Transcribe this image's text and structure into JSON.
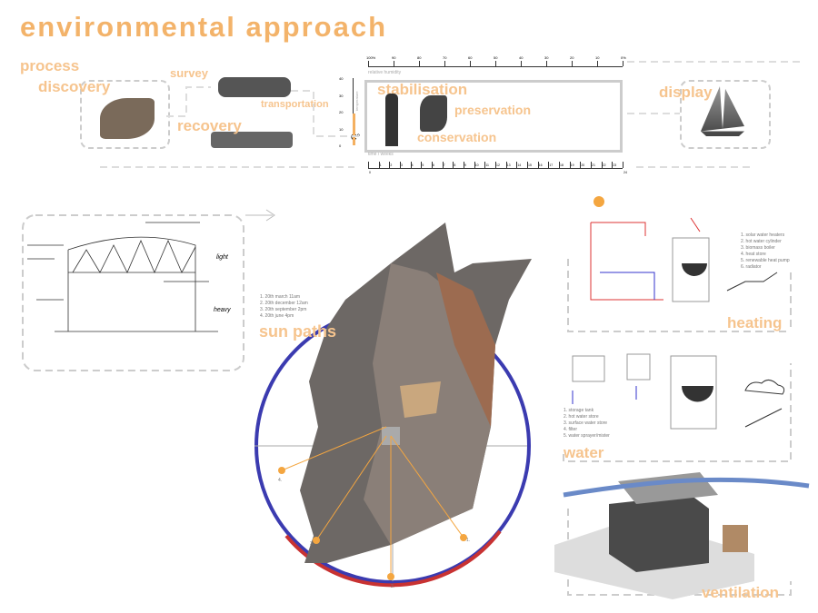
{
  "title": "environmental approach",
  "process": {
    "process": "process",
    "discovery": "discovery",
    "survey": "survey",
    "recovery": "recovery",
    "transportation": "transportation",
    "display": "display"
  },
  "chart": {
    "humidity_label": "relative humidity",
    "humidity_ticks": [
      "100%",
      "90",
      "80",
      "70",
      "60",
      "50",
      "40",
      "30",
      "20",
      "10",
      "0%"
    ],
    "temp_label": "temperature",
    "temp_unit": "C°",
    "temp_ticks": [
      "40",
      "30",
      "20",
      "10",
      "0"
    ],
    "temp_fill_value": 19,
    "time_label": "time / weeks",
    "time_ticks": [
      "0",
      "1",
      "2",
      "3",
      "4",
      "5",
      "6",
      "7",
      "8",
      "9",
      "10",
      "11",
      "12",
      "13",
      "14",
      "15",
      "16",
      "17",
      "18",
      "19",
      "20",
      "21",
      "22",
      "23",
      "24"
    ],
    "stages": {
      "stabilisation": "stabilisation",
      "preservation": "preservation",
      "conservation": "conservation"
    }
  },
  "sketch": {
    "light": "light",
    "heavy": "heavy"
  },
  "sun": {
    "title": "sun paths",
    "items": [
      "1. 20th march 11am",
      "2. 20th december 12am",
      "3. 20th september 2pm",
      "4. 20th june 4pm"
    ],
    "markers": [
      "1.",
      "2.",
      "3.",
      "4."
    ]
  },
  "heating": {
    "title": "heating",
    "items": [
      "1. solar water heaters",
      "2. hot water cylinder",
      "3. biomass boiler",
      "4. heat store",
      "5. renewable heat pump",
      "6. radiator"
    ]
  },
  "water": {
    "title": "water",
    "items": [
      "1. storage tank",
      "2. hot water store",
      "3. surface water store",
      "4. filter",
      "5. water sprayer/mister"
    ]
  },
  "ventilation": {
    "title": "ventilation"
  },
  "colors": {
    "accent": "#f6c48e",
    "blue": "#3b3bb0",
    "red": "#c83232",
    "marker": "#f4a640"
  }
}
